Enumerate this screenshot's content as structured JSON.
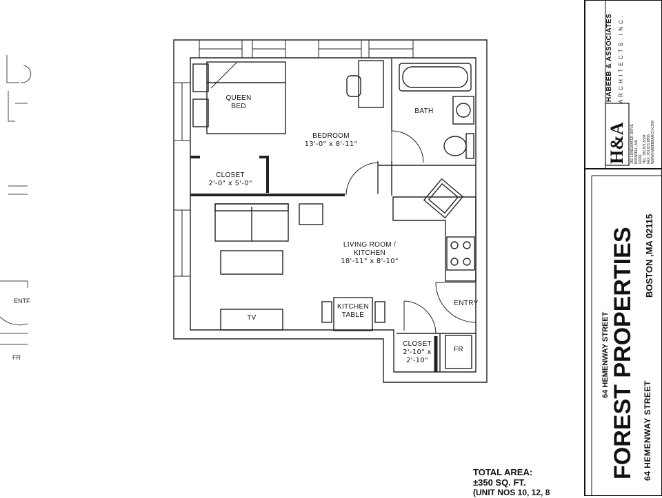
{
  "rooms": {
    "queen_bed": [
      "QUEEN",
      "BED"
    ],
    "bedroom": {
      "name": "BEDROOM",
      "dims": "13'-0\" x 8'-11\""
    },
    "bath": "BATH",
    "closet1": {
      "name": "CLOSET",
      "dims": "2'-0\" x 5'-0\""
    },
    "living": {
      "name": [
        "LIVING ROOM /",
        "KITCHEN"
      ],
      "dims": "18'-11\" x 8'-10\""
    },
    "kitchen_table": [
      "KITCHEN",
      "TABLE"
    ],
    "tv": "TV",
    "entry": "ENTRY",
    "closet2": {
      "name": "CLOSET",
      "dims": [
        "2'-10\" x",
        "2'-10\""
      ]
    },
    "fridge": "FR"
  },
  "total_area": [
    "TOTAL AREA:",
    "±350 SQ. FT.",
    "(UNIT NOS 10, 12, 8"
  ],
  "title_block": {
    "firm_line1": "HABEEB & ASSOCIATES",
    "firm_line2": "A R C H I T E C T S ,  I N C .",
    "logo_text": "H&A",
    "firm_address": [
      "150 LONGWATER DRIVE",
      "NORWELL, MA",
      "02061",
      "TEL: 781.871.8334",
      "FAX: 781.871.8655",
      "WWW.HABEEBARCH.COM"
    ],
    "project_line1": "64 HEMENWAY STREET",
    "project_name": "FOREST PROPERTIES",
    "project_line2": "64 HEMENWAY STREET",
    "project_city": "BOSTON ,MA 02115"
  },
  "left_fragments": [
    "ENTF",
    "FR"
  ]
}
